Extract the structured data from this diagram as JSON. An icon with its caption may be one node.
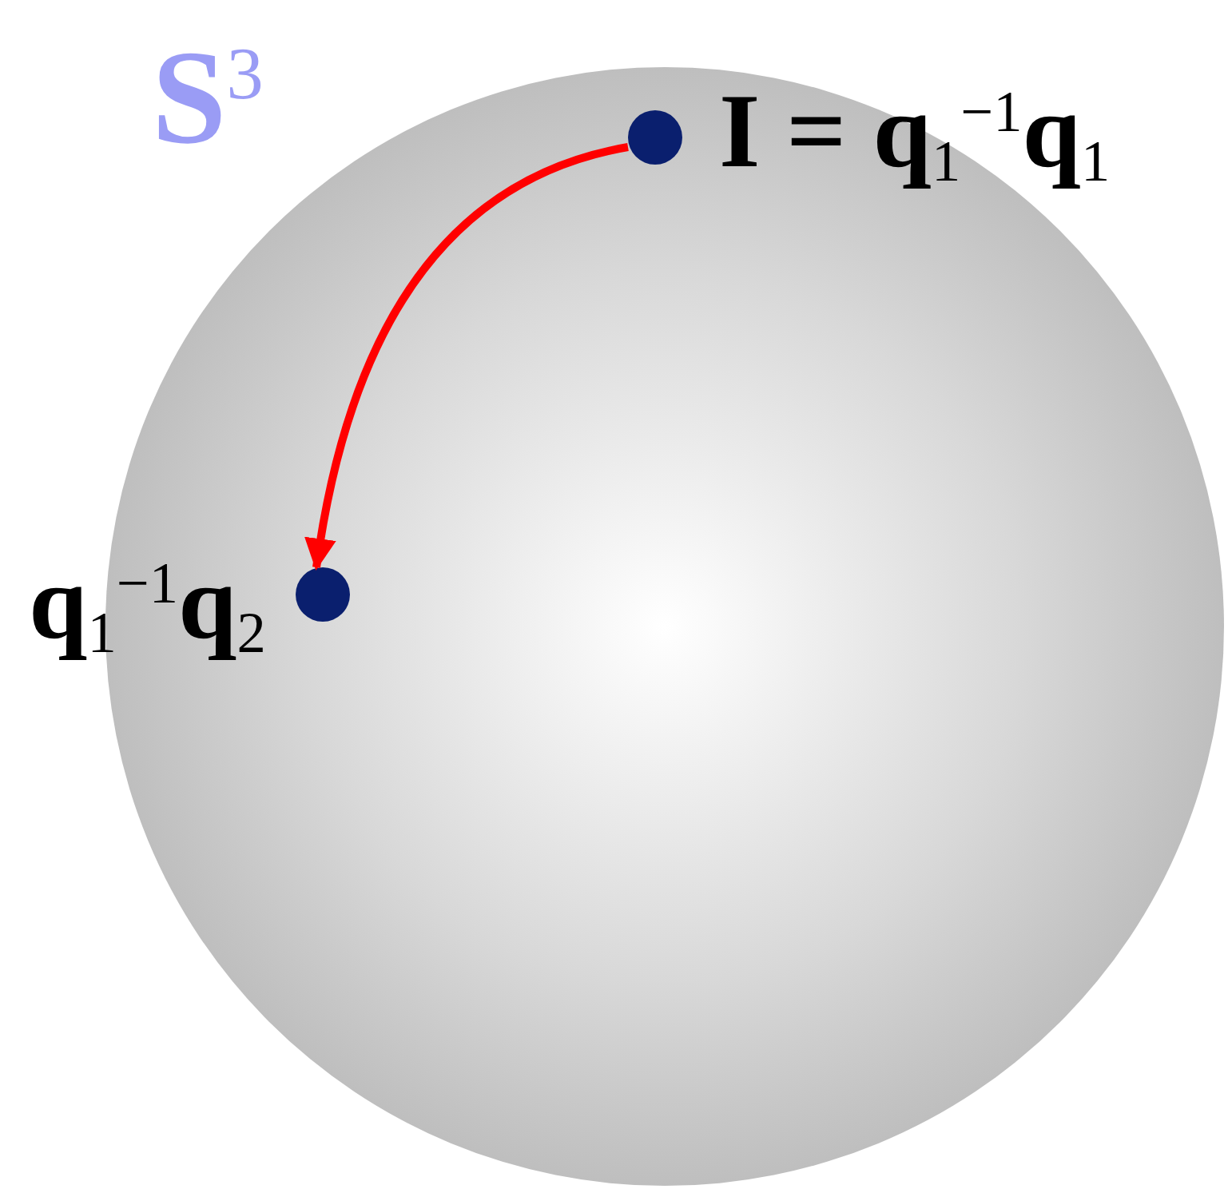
{
  "diagram": {
    "nodes": [
      {
        "text": [],
        "shape": "circle"
      },
      {
        "text": [],
        "shape": "circle",
        "in": 0,
        "beside": [
          "I = q$_{1}$$^{−1}$q$_{1}$"
        ]
      },
      {
        "text": [],
        "shape": "circle",
        "in": 0,
        "beside": [
          "q$_{1}$$^{−1}$q$_{2}$"
        ]
      }
    ],
    "edges": [
      {
        "from": 1,
        "to": 2,
        "arrow": "to",
        "color": "#ff0000"
      }
    ],
    "labels": [
      "S$^{3}$"
    ]
  }
}
